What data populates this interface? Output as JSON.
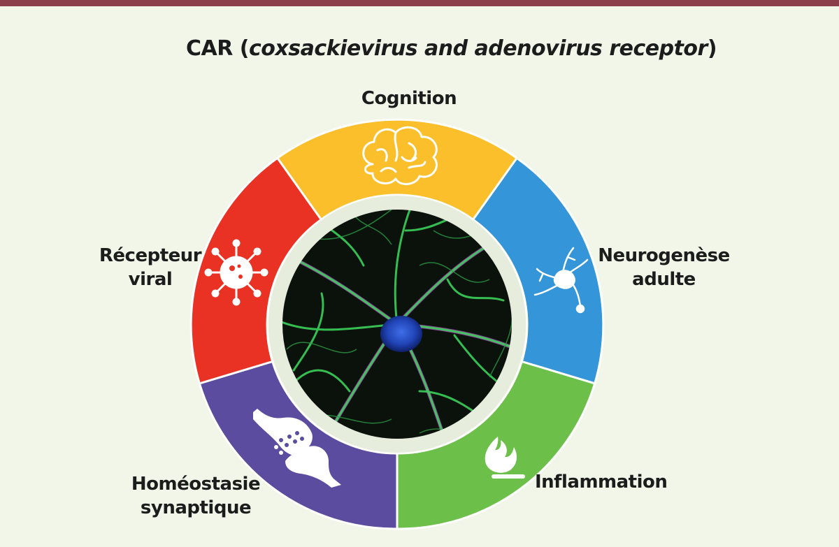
{
  "title": {
    "prefix": "CAR (",
    "italic": "coxsackievirus and adenovirus receptor",
    "suffix": ")"
  },
  "segments": {
    "cognition": {
      "line1": "Cognition",
      "color": "#fbbf2c",
      "icon": "brain-icon"
    },
    "neurogenese": {
      "line1": "Neurogenèse",
      "line2": "adulte",
      "color": "#3496d8",
      "icon": "neuron-icon"
    },
    "inflammation": {
      "line1": "Inflammation",
      "color": "#6cbf48",
      "icon": "flame-icon"
    },
    "homeostasie": {
      "line1": "Homéostasie",
      "line2": "synaptique",
      "color": "#5b4ca0",
      "icon": "synapse-icon"
    },
    "recepteur": {
      "line1": "Récepteur",
      "line2": "viral",
      "color": "#e93124",
      "icon": "virus-icon"
    }
  },
  "colors": {
    "background": "#f1f6e9",
    "top_bar": "#8b3f4b",
    "inner_ring": "#e6eddc",
    "center_micrograph": "#0b120c"
  }
}
